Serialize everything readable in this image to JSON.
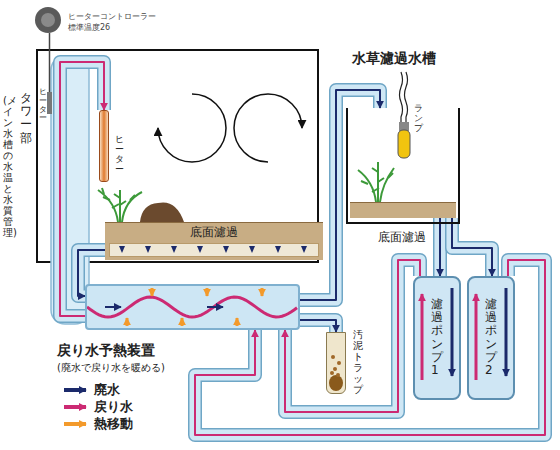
{
  "diagram": {
    "nodes": [
      {
        "text": [
          "ヒーターコントローラー",
          "標準温度26"
        ]
      },
      {
        "text": [
          "ヒーター"
        ]
      },
      {
        "text": [
          "底面濾過"
        ]
      },
      {
        "text": [
          "戻り水予熱装置",
          "(廃水で戻り水を暖める)"
        ]
      },
      {
        "text": [
          "汚泥トラップ"
        ]
      },
      {
        "text": [
          "水草濾過水槽"
        ]
      },
      {
        "text": [
          "底面濾過"
        ],
        "in": 5
      },
      {
        "text": [
          "濾過ポンプ1"
        ]
      },
      {
        "text": [
          "濾過ポンプ2"
        ]
      }
    ],
    "edges": [
      {
        "from": 2,
        "to": 3,
        "arrow": "to"
      },
      {
        "from": 3,
        "to": 5,
        "arrow": "to"
      },
      {
        "from": 3,
        "to": 4,
        "arrow": "to"
      },
      {
        "from": 6,
        "to": 7,
        "arrow": "to"
      },
      {
        "from": 6,
        "to": 8,
        "arrow": "to"
      },
      {
        "from": 7,
        "to": 3,
        "arrow": "to"
      },
      {
        "from": 8,
        "to": 3,
        "arrow": "to"
      },
      {
        "from": 3,
        "to": 1,
        "arrow": "to"
      }
    ],
    "labels": [
      "ヒーター",
      "タワー部",
      "(メイン水槽の水温と水質管理)",
      "ランプ"
    ],
    "legend": [
      {
        "text": "廃水"
      },
      {
        "text": "戻り水"
      },
      {
        "text": "熱移動"
      }
    ]
  }
}
